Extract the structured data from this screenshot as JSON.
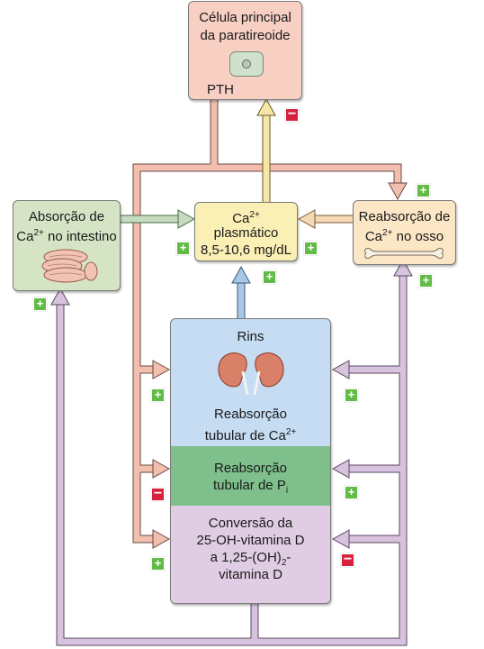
{
  "parathyroid": {
    "line1": "Célula principal",
    "line2": "da paratireoide",
    "hormone": "PTH"
  },
  "intestine": {
    "line1": "Absorção de",
    "line2_prefix": "Ca",
    "line2_sup": "2+",
    "line2_suffix": " no intestino"
  },
  "plasma": {
    "line1_prefix": "Ca",
    "line1_sup": "2+",
    "line2": "plasmático",
    "line3": "8,5-10,6 mg/dL"
  },
  "bone": {
    "line1": "Reabsorção de",
    "line2_prefix": "Ca",
    "line2_sup": "2+",
    "line2_suffix": " no osso"
  },
  "kidney": {
    "title": "Rins",
    "ca_line1": "Reabsorção",
    "ca_line2_prefix": "tubular de Ca",
    "ca_line2_sup": "2+",
    "pi_line1": "Reabsorção",
    "pi_line2_prefix": "tubular de P",
    "pi_line2_sub": "i",
    "vit_line1": "Conversão da",
    "vit_line2": "25-OH-vitamina D",
    "vit_line3_prefix": "a 1,25-(OH)",
    "vit_line3_sub": "2",
    "vit_line3_suffix": "-",
    "vit_line4": "vitamina D"
  },
  "signs": {
    "plus": "+",
    "minus": "−"
  },
  "colors": {
    "parathyroid_fill": "#f7cfc3",
    "intestine_fill": "#d6e4c6",
    "plasma_fill": "#faefb4",
    "bone_fill": "#fbe6c6",
    "kidney_ca_fill": "#c5dcf2",
    "kidney_pi_fill": "#7fbf8c",
    "kidney_vit_fill": "#e0cde3",
    "pth_arrow": "#f2bfae",
    "calcium_arrow_green": "#c6dcbf",
    "calcium_arrow_blue": "#a9c8e6",
    "calcitriol_arrow": "#d8c3df",
    "plus_badge": "#62bb46",
    "minus_badge": "#d7213f"
  }
}
